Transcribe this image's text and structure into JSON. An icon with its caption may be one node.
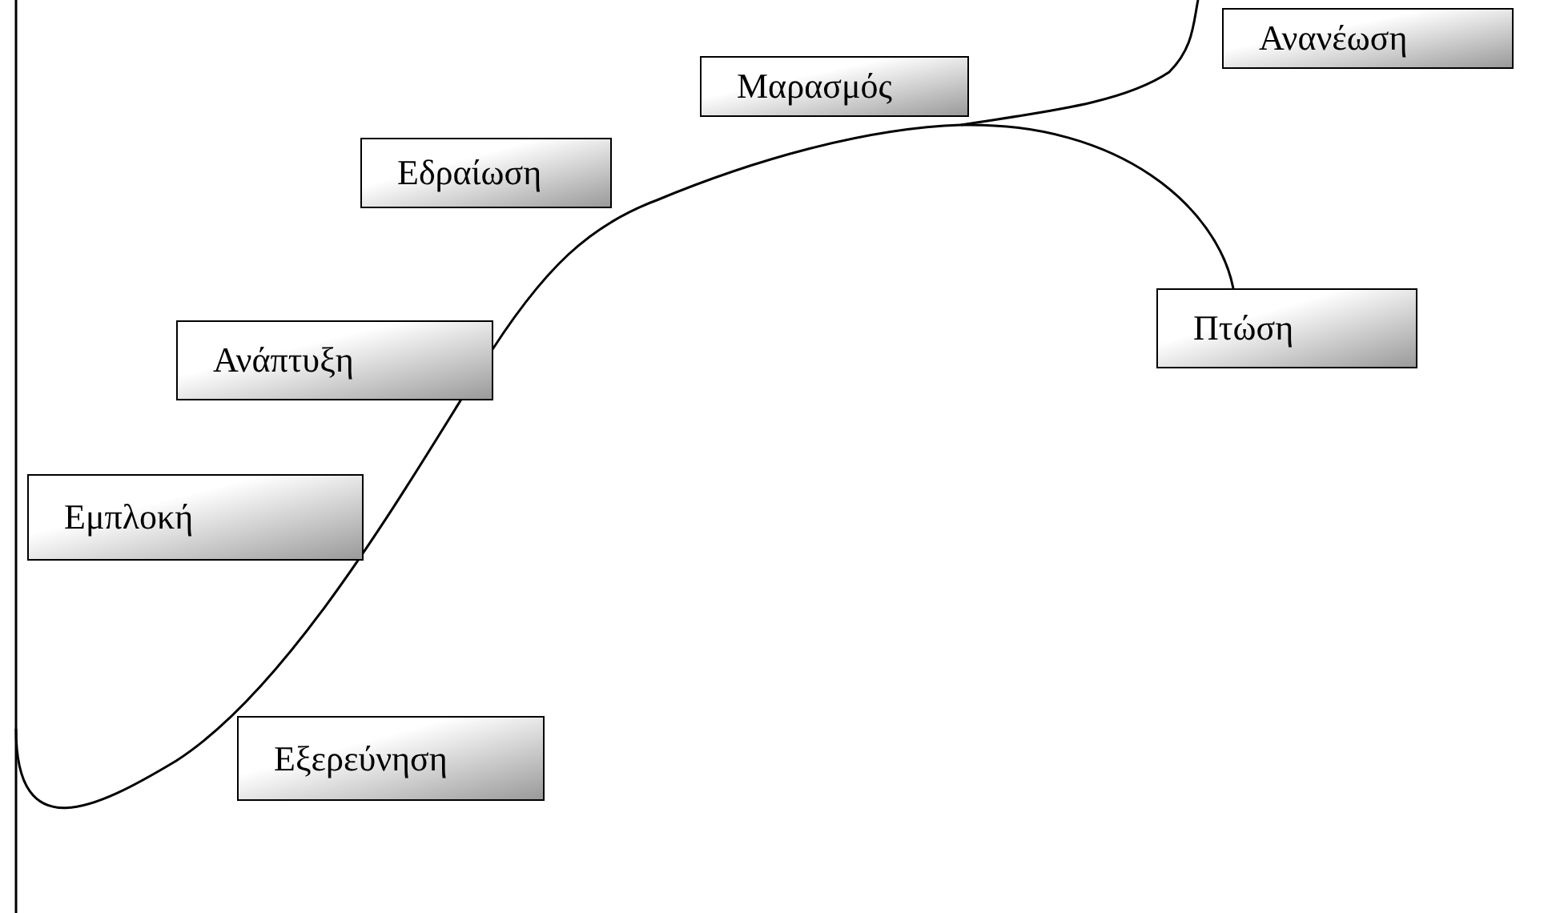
{
  "diagram": {
    "nodes": [
      {
        "text": [
          "Ανανέωση"
        ]
      },
      {
        "text": [
          "Μαρασμός"
        ]
      },
      {
        "text": [
          "Εδραίωση"
        ]
      },
      {
        "text": [
          "Ανάπτυξη"
        ]
      },
      {
        "text": [
          "Πτώση"
        ]
      },
      {
        "text": [
          "Εμπλοκή"
        ]
      },
      {
        "text": [
          "Εξερεύνηση"
        ]
      }
    ]
  }
}
